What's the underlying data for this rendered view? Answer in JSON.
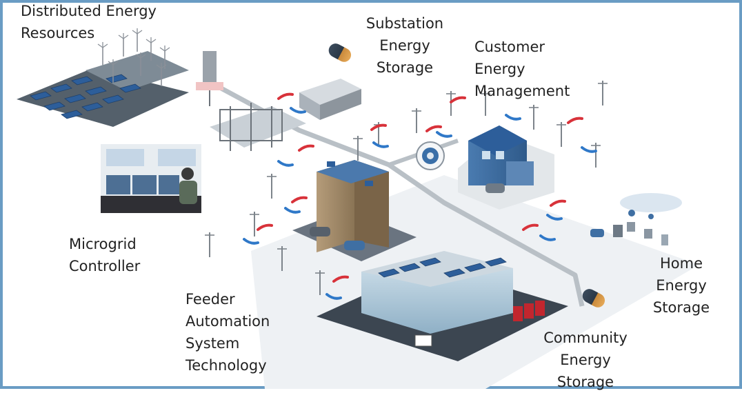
{
  "colors": {
    "frame_border": "#6a9cc4",
    "ground": "#e6ebef",
    "power_line": "#b9c0c6",
    "flow_red": "#d8323a",
    "flow_blue": "#2f78c8",
    "solar_panel": "#2d5e9a",
    "building_blue": "#3f6fa3",
    "building_brown": "#a38a6a",
    "glass": "#a8c4d6",
    "label_text": "#222222"
  },
  "labels": {
    "distributed_energy": [
      "Distributed Energy",
      "Resources"
    ],
    "substation_storage": [
      "Substation",
      "Energy",
      "Storage"
    ],
    "customer_energy": [
      "Customer",
      "Energy",
      "Management"
    ],
    "microgrid_controller": [
      "Microgrid",
      "Controller"
    ],
    "feeder_automation": [
      "Feeder",
      "Automation",
      "System",
      "Technology"
    ],
    "home_storage": [
      "Home",
      "Energy",
      "Storage"
    ],
    "community_storage": [
      "Community",
      "Energy",
      "Storage"
    ]
  },
  "icons": {
    "battery": "battery-icon",
    "utility_pole": "utility-pole-icon",
    "smart_meter": "smart-meter-icon",
    "wind_turbine": "wind-turbine-icon",
    "solar_panel": "solar-panel-icon"
  }
}
